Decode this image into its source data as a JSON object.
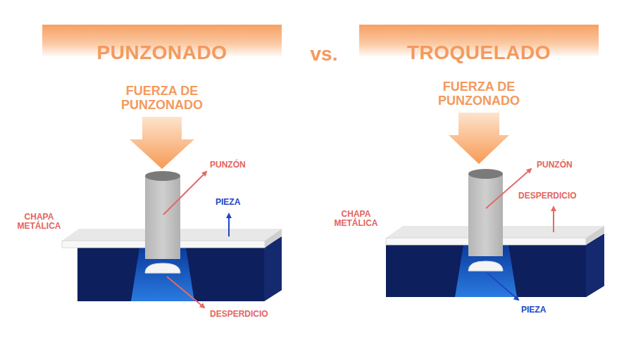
{
  "diagram": {
    "nodes": [
      {
        "text": [
          "PUNZONADO"
        ]
      },
      {
        "text": [
          "TROQUELADO"
        ]
      }
    ],
    "labels": [
      "vs.",
      "FUERZA DE PUNZONADO",
      "PUNZÓN",
      "PIEZA",
      "CHAPA METÁLICA",
      "DESPERDICIO",
      "FUERZA DE PUNZONADO",
      "PUNZÓN",
      "DESPERDICIO",
      "CHAPA METÁLICA",
      "PIEZA"
    ]
  }
}
